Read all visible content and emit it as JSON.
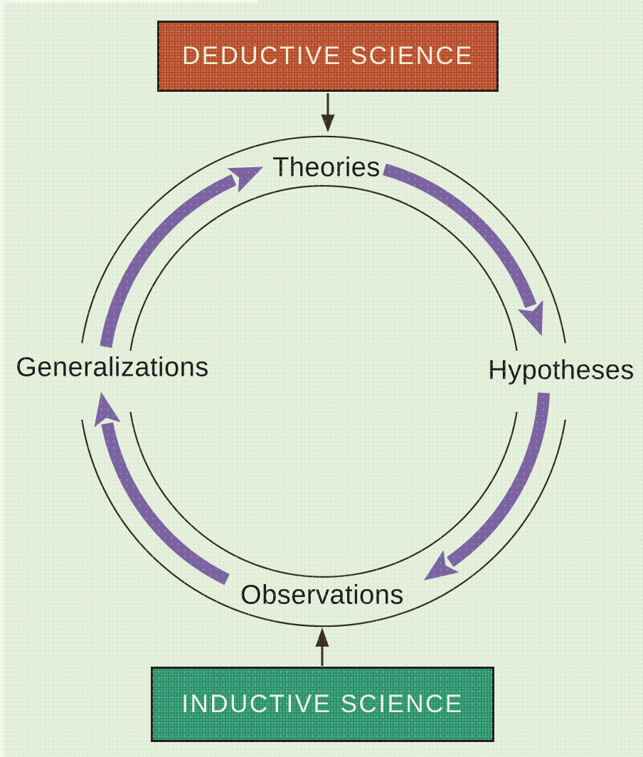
{
  "background_color": "#e4efdc",
  "top_box": {
    "label": "DEDUCTIVE SCIENCE",
    "fill": "#c0522f",
    "border_color": "#221d18",
    "text_color": "#f4efdb"
  },
  "bottom_box": {
    "label": "INDUCTIVE SCIENCE",
    "fill": "#2f9a74",
    "border_color": "#181818",
    "text_color": "#eff3e2"
  },
  "cycle": {
    "direction": "clockwise",
    "ring_color": "#2b2b28",
    "arrow_color": "#7b63a2",
    "nodes": [
      {
        "label": "Theories",
        "position": "top"
      },
      {
        "label": "Hypotheses",
        "position": "right"
      },
      {
        "label": "Observations",
        "position": "bottom"
      },
      {
        "label": "Generalizations",
        "position": "left"
      }
    ],
    "flows": [
      "Theories → Hypotheses",
      "Hypotheses → Observations",
      "Observations → Generalizations",
      "Generalizations → Theories"
    ]
  },
  "connectors": {
    "color": "#3a2d23",
    "top": {
      "from": "DEDUCTIVE SCIENCE",
      "to": "Theories",
      "direction": "down"
    },
    "bottom": {
      "from": "INDUCTIVE SCIENCE",
      "to": "Observations",
      "direction": "up"
    }
  }
}
